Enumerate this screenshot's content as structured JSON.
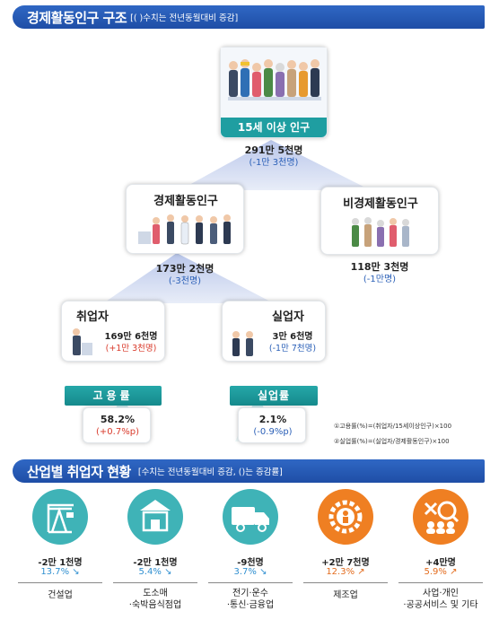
{
  "section1": {
    "title": "경제활동인구 구조",
    "subtitle": "[( )수치는 전년동월대비 증감]"
  },
  "population15": {
    "label": "15세 이상 인구",
    "value": "291만 5천명",
    "change": "(-1만 3천명)"
  },
  "active": {
    "label": "경제활동인구",
    "value": "173만 2천명",
    "change": "(-3천명)"
  },
  "inactive": {
    "label": "비경제활동인구",
    "value": "118만 3천명",
    "change": "(-1만명)"
  },
  "employed": {
    "label": "취업자",
    "value": "169만 6천명",
    "change": "(+1만 3천명)"
  },
  "unemployed": {
    "label": "실업자",
    "value": "3만 6천명",
    "change": "(-1만 7천명)"
  },
  "employment_rate": {
    "label": "고용률",
    "value": "58.2%",
    "change": "(+0.7%p)"
  },
  "unemployment_rate": {
    "label": "실업률",
    "value": "2.1%",
    "change": "(-0.9%p)"
  },
  "notes": {
    "note1": "①고용률(%)=(취업자/15세이상인구)×100",
    "note2": "②실업률(%)=(실업자/경제활동인구)×100"
  },
  "section2": {
    "title": "산업별 취업자 현황",
    "subtitle": "[수치는 전년동월대비 증감, ()는 증감률]"
  },
  "industries": [
    {
      "icon": "construction-crane-icon",
      "number": "-2만 1천명",
      "pct": "13.7%",
      "trend": "down",
      "name1": "건설업",
      "name2": "",
      "color": "#3fb3b7"
    },
    {
      "icon": "store-awning-icon",
      "number": "-2만 1천명",
      "pct": "5.4%",
      "trend": "down",
      "name1": "도소매",
      "name2": "·숙박음식점업",
      "color": "#3fb3b7"
    },
    {
      "icon": "truck-icon",
      "number": "-9천명",
      "pct": "3.7%",
      "trend": "down",
      "name1": "전기·운수",
      "name2": "·통신·금융업",
      "color": "#3fb3b7"
    },
    {
      "icon": "factory-gear-icon",
      "number": "+2만 7천명",
      "pct": "12.3%",
      "trend": "up",
      "name1": "제조업",
      "name2": "",
      "color": "#ef7f22"
    },
    {
      "icon": "people-service-icon",
      "number": "+4만명",
      "pct": "5.9%",
      "trend": "up",
      "name1": "사업·개인",
      "name2": "·공공서비스 및 기타",
      "color": "#ef7f22"
    }
  ],
  "colors": {
    "down": "#2f8fd0",
    "up": "#e36b1c",
    "teal": "#1f9ea1",
    "orange": "#ef7f22"
  }
}
